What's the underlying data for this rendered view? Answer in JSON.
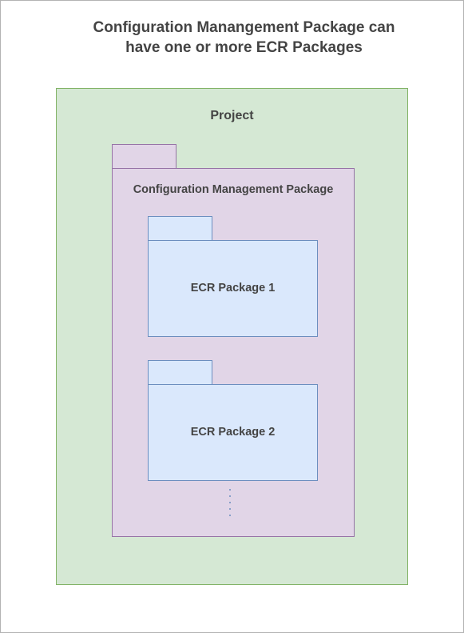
{
  "diagram": {
    "title_line1": "Configuration Manangement Package can",
    "title_line2": "have one or more ECR Packages",
    "project": {
      "label": "Project"
    },
    "config_package": {
      "label": "Configuration Management Package"
    },
    "ecr_packages": [
      {
        "label": "ECR Package 1"
      },
      {
        "label": "ECR Package 2"
      }
    ],
    "colors": {
      "project_fill": "#d5e8d4",
      "project_stroke": "#82b366",
      "config_fill": "#e1d5e7",
      "config_stroke": "#9673a6",
      "ecr_fill": "#dae8fc",
      "ecr_stroke": "#6c8ebf",
      "text": "#444444"
    }
  }
}
